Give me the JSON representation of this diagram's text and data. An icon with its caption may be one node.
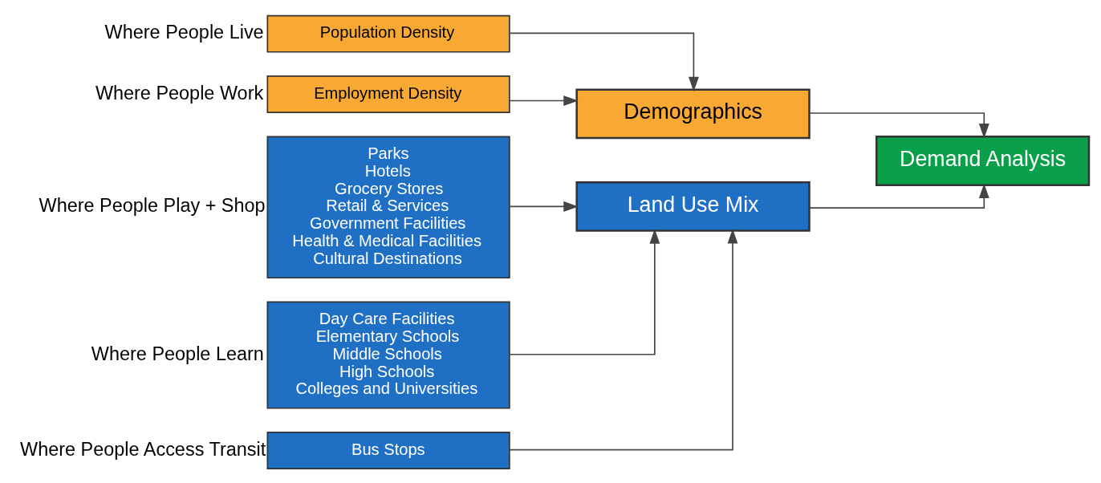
{
  "diagram": {
    "nodes": [
      {
        "text": [
          "Population Density"
        ],
        "beside": [
          "Where People Live"
        ]
      },
      {
        "text": [
          "Employment Density"
        ],
        "beside": [
          "Where People Work"
        ]
      },
      {
        "text": [
          "Parks",
          "Hotels",
          "Grocery Stores",
          "Retail & Services",
          "Government Facilities",
          "Health & Medical Facilities",
          "Cultural Destinations"
        ],
        "beside": [
          "Where People Play + Shop"
        ]
      },
      {
        "text": [
          "Day Care Facilities",
          "Elementary Schools",
          "Middle Schools",
          "High Schools",
          "Colleges and Universities"
        ],
        "beside": [
          "Where People Learn"
        ]
      },
      {
        "text": [
          "Bus Stops"
        ],
        "beside": [
          "Where People Access Transit"
        ]
      },
      {
        "text": [
          "Demographics"
        ]
      },
      {
        "text": [
          "Land Use Mix"
        ]
      },
      {
        "text": [
          "Demand Analysis"
        ]
      }
    ],
    "edges": [
      {
        "from": 0,
        "to": 5,
        "arrow": "to"
      },
      {
        "from": 1,
        "to": 5,
        "arrow": "to"
      },
      {
        "from": 2,
        "to": 6,
        "arrow": "to"
      },
      {
        "from": 3,
        "to": 6,
        "arrow": "to"
      },
      {
        "from": 4,
        "to": 6,
        "arrow": "to"
      },
      {
        "from": 5,
        "to": 7,
        "arrow": "to"
      },
      {
        "from": 6,
        "to": 7,
        "arrow": "to"
      }
    ]
  }
}
